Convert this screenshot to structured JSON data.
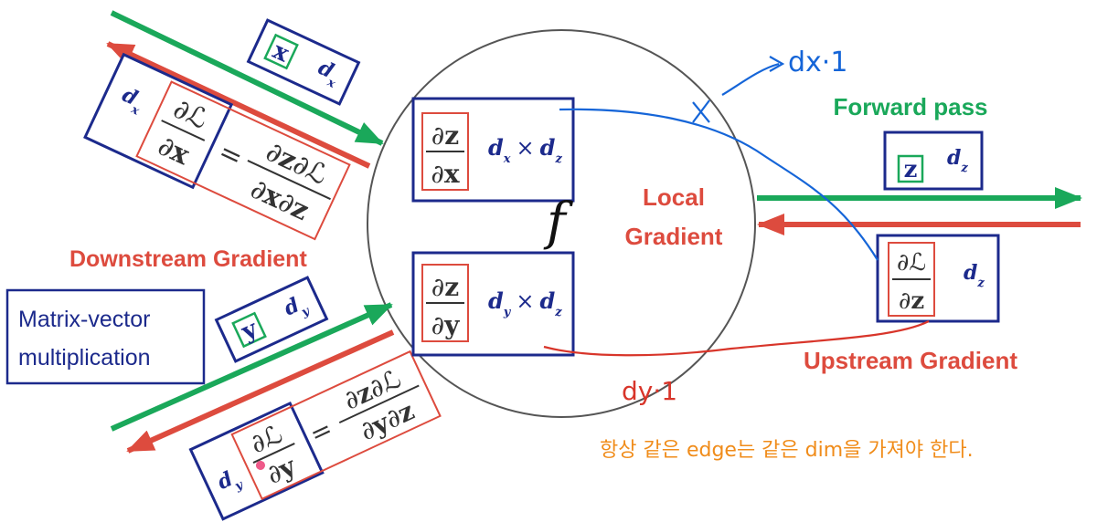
{
  "labels": {
    "forward_pass": "Forward pass",
    "local_gradient_line1": "Local",
    "local_gradient_line2": "Gradient",
    "downstream_gradient": "Downstream Gradient",
    "upstream_gradient": "Upstream Gradient",
    "matrix_vector_line1": "Matrix-vector",
    "matrix_vector_line2": "multiplication",
    "function_symbol": "f"
  },
  "math": {
    "partial": "∂",
    "loss": "ℒ",
    "x": "x",
    "y": "y",
    "z": "z",
    "d": "d",
    "times": "×",
    "equals": "="
  },
  "handwriting": {
    "dx_note": "dx·1",
    "dy_note": "dy·1",
    "korean_note": "항상 같은 edge는 같은 dim을 가져야 한다."
  },
  "colors": {
    "forward": "#1aa85a",
    "backward": "#dd4b3e",
    "box_border": "#1c2a8c",
    "math_text": "#1c2a8c",
    "pen_blue": "#1565d8",
    "pen_red": "#d8352a",
    "pen_orange": "#f08c1a"
  }
}
